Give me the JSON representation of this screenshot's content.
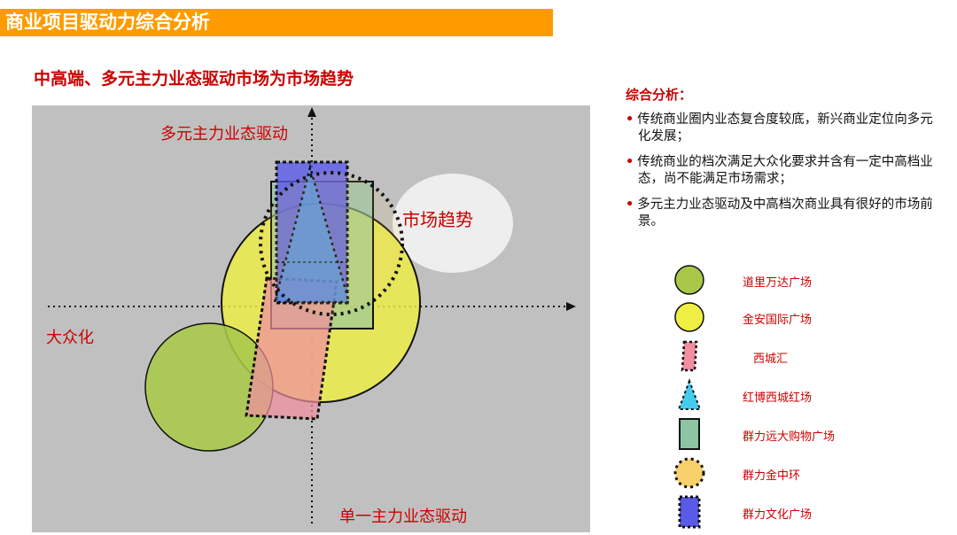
{
  "header": {
    "title": "商业项目驱动力综合分析"
  },
  "subtitle": "中高端、多元主力业态驱动市场为市场趋势",
  "diagram": {
    "axis_top": "多元主力业态驱动",
    "axis_bottom": "单一主力业态驱动",
    "axis_left": "大众化",
    "trend_label": "市场趋势",
    "colors": {
      "background": "#c0c0c0",
      "green": "#a9c84a",
      "yellow": "#eeee44",
      "pink": "#f08fa0",
      "cyan": "#44ccee",
      "teal": "#8cc4a4",
      "gold": "#f8d06c",
      "blue": "#5a5ae8"
    }
  },
  "analysis": {
    "title": "综合分析：",
    "items": [
      "传统商业圈内业态复合度较底，新兴商业定位向多元化发展；",
      "传统商业的档次满足大众化要求并含有一定中高档业态，尚不能满足市场需求；",
      "多元主力业态驱动及中高档次商业具有很好的市场前景。"
    ]
  },
  "legend": [
    {
      "label": "道里万达广场",
      "icon": "green-circle-icon"
    },
    {
      "label": "金安国际广场",
      "icon": "yellow-circle-icon"
    },
    {
      "label": "西城汇",
      "icon": "pink-parallelogram-icon"
    },
    {
      "label": "红博西城红场",
      "icon": "cyan-triangle-icon"
    },
    {
      "label": "群力远大购物广场",
      "icon": "teal-rectangle-icon"
    },
    {
      "label": "群力金中环",
      "icon": "gold-dotted-circle-icon"
    },
    {
      "label": "群力文化广场",
      "icon": "blue-dotted-rectangle-icon"
    }
  ]
}
